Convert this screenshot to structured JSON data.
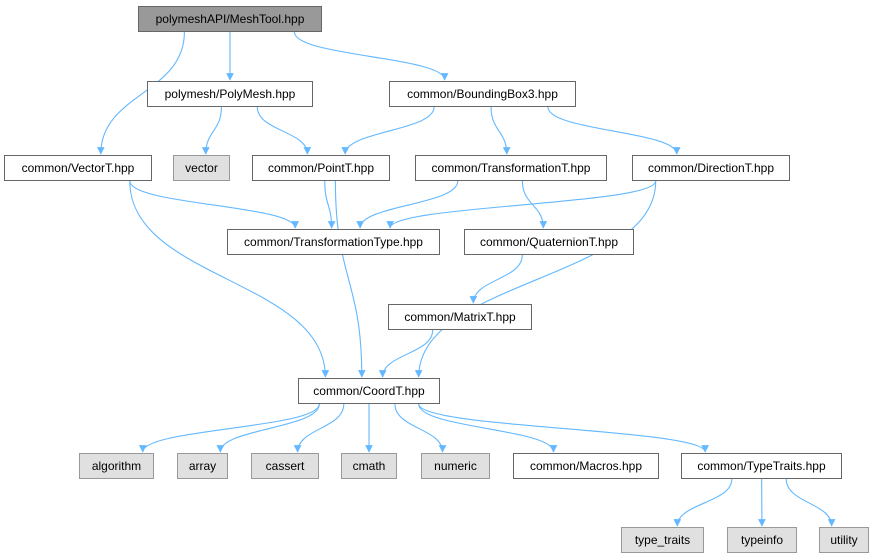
{
  "diagram": {
    "nodes": [
      {
        "id": "root",
        "label": "polymeshAPI/MeshTool.hpp",
        "kind": "root"
      },
      {
        "id": "polymesh",
        "label": "polymesh/PolyMesh.hpp",
        "kind": "header"
      },
      {
        "id": "bbox",
        "label": "common/BoundingBox3.hpp",
        "kind": "header"
      },
      {
        "id": "vectorT",
        "label": "common/VectorT.hpp",
        "kind": "header"
      },
      {
        "id": "vector",
        "label": "vector",
        "kind": "system"
      },
      {
        "id": "pointT",
        "label": "common/PointT.hpp",
        "kind": "header"
      },
      {
        "id": "transT",
        "label": "common/TransformationT.hpp",
        "kind": "header"
      },
      {
        "id": "dirT",
        "label": "common/DirectionT.hpp",
        "kind": "header"
      },
      {
        "id": "transType",
        "label": "common/TransformationType.hpp",
        "kind": "header"
      },
      {
        "id": "quat",
        "label": "common/QuaternionT.hpp",
        "kind": "header"
      },
      {
        "id": "matrix",
        "label": "common/MatrixT.hpp",
        "kind": "header"
      },
      {
        "id": "coord",
        "label": "common/CoordT.hpp",
        "kind": "header"
      },
      {
        "id": "algorithm",
        "label": "algorithm",
        "kind": "system"
      },
      {
        "id": "array",
        "label": "array",
        "kind": "system"
      },
      {
        "id": "cassert",
        "label": "cassert",
        "kind": "system"
      },
      {
        "id": "cmath",
        "label": "cmath",
        "kind": "system"
      },
      {
        "id": "numeric",
        "label": "numeric",
        "kind": "system"
      },
      {
        "id": "macros",
        "label": "common/Macros.hpp",
        "kind": "header"
      },
      {
        "id": "typetraits",
        "label": "common/TypeTraits.hpp",
        "kind": "header"
      },
      {
        "id": "type_traits",
        "label": "type_traits",
        "kind": "system"
      },
      {
        "id": "typeinfo",
        "label": "typeinfo",
        "kind": "system"
      },
      {
        "id": "utility",
        "label": "utility",
        "kind": "system"
      }
    ],
    "edges": [
      [
        "root",
        "polymesh"
      ],
      [
        "root",
        "bbox"
      ],
      [
        "root",
        "vectorT"
      ],
      [
        "polymesh",
        "vector"
      ],
      [
        "polymesh",
        "pointT"
      ],
      [
        "bbox",
        "pointT"
      ],
      [
        "bbox",
        "transT"
      ],
      [
        "bbox",
        "dirT"
      ],
      [
        "vectorT",
        "transType"
      ],
      [
        "vectorT",
        "coord"
      ],
      [
        "pointT",
        "transType"
      ],
      [
        "pointT",
        "coord"
      ],
      [
        "transT",
        "transType"
      ],
      [
        "transT",
        "quat"
      ],
      [
        "dirT",
        "transType"
      ],
      [
        "dirT",
        "coord"
      ],
      [
        "quat",
        "matrix"
      ],
      [
        "matrix",
        "coord"
      ],
      [
        "coord",
        "algorithm"
      ],
      [
        "coord",
        "array"
      ],
      [
        "coord",
        "cassert"
      ],
      [
        "coord",
        "cmath"
      ],
      [
        "coord",
        "numeric"
      ],
      [
        "coord",
        "macros"
      ],
      [
        "coord",
        "typetraits"
      ],
      [
        "typetraits",
        "type_traits"
      ],
      [
        "typetraits",
        "typeinfo"
      ],
      [
        "typetraits",
        "utility"
      ]
    ],
    "colors": {
      "edge": "#63b8ff",
      "node_border": "#666666",
      "root_fill": "#999999",
      "system_fill": "#e0e0e0",
      "system_border": "#999999"
    }
  }
}
